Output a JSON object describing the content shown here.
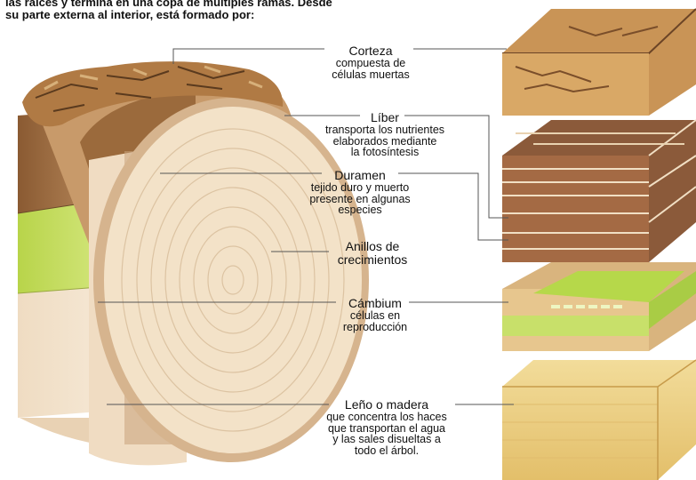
{
  "intro": {
    "line1": "las raíces y termina en una copa de múltiples ramas. Desde",
    "line2": "su parte externa al interior, está formado por:"
  },
  "labels": {
    "corteza": {
      "title": "Corteza",
      "desc": "compuesta de\ncélulas muertas"
    },
    "liber": {
      "title": "Líber",
      "desc": "transporta los nutrientes\nelaborados mediante\nla fotosíntesis"
    },
    "duramen": {
      "title": "Duramen",
      "desc": "tejido duro y muerto\npresente en algunas\nespecies"
    },
    "anillos": {
      "title": "Anillos de",
      "desc": "crecimientos"
    },
    "cambium": {
      "title": "Cámbium",
      "desc": "células en\nreproducción"
    },
    "leno": {
      "title": "Leño o madera",
      "desc": "que concentra los haces\nque transportan el agua\ny las sales disueltas a\ntodo el árbol."
    }
  },
  "colors": {
    "bark": "#b07a44",
    "bark_dark": "#5a3a1e",
    "liber": "#b98a64",
    "cambium": "#c5dc55",
    "sapwood": "#f4e4cc",
    "heartwood": "#f7ead2",
    "ring": "#d9bfa0",
    "line": "#555555"
  }
}
